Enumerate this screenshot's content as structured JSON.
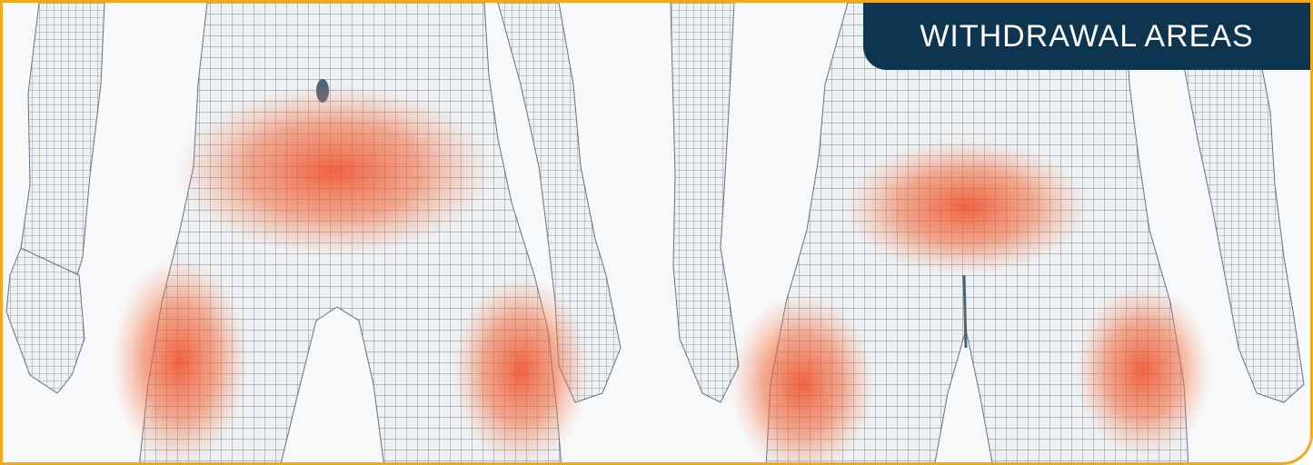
{
  "badge": {
    "label": "WITHDRAWAL AREAS"
  },
  "figure": {
    "views": [
      "front-view",
      "back-view"
    ],
    "highlighted_regions": {
      "front-view": [
        "abdomen",
        "right-outer-thigh",
        "left-outer-thigh"
      ],
      "back-view": [
        "lower-back",
        "right-outer-thigh",
        "left-outer-thigh"
      ]
    }
  },
  "colors": {
    "frame": "#f2a81d",
    "badge_bg": "#0e3550",
    "badge_text": "#ffffff",
    "mesh_line": "#6e8596",
    "body_fill": "#eef1f4",
    "highlight": "#f04a22"
  }
}
